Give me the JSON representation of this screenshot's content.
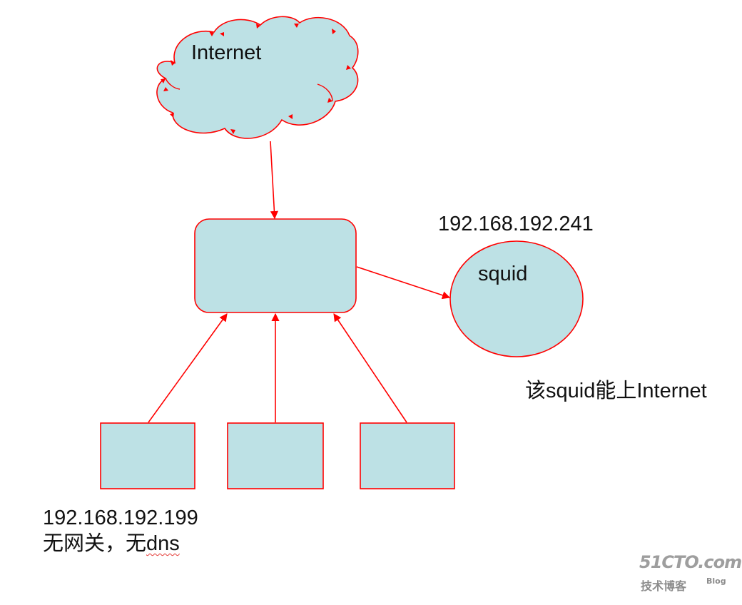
{
  "nodes": {
    "cloud": {
      "label": "Internet"
    },
    "router": {
      "label": ""
    },
    "squid": {
      "label": "squid",
      "ip": "192.168.192.241",
      "note": "该squid能上Internet"
    },
    "clients": [
      {
        "label": ""
      },
      {
        "label": ""
      },
      {
        "label": ""
      }
    ],
    "client_info": {
      "ip": "192.168.192.199",
      "note_prefix": "无网关，无",
      "note_dns": "dns"
    }
  },
  "watermark": {
    "main": "51CTO.com",
    "sub": "技术博客",
    "tag": "Blog"
  },
  "colors": {
    "shape_fill": "#bde1e5",
    "edge": "#ff0000",
    "text": "#111111"
  }
}
